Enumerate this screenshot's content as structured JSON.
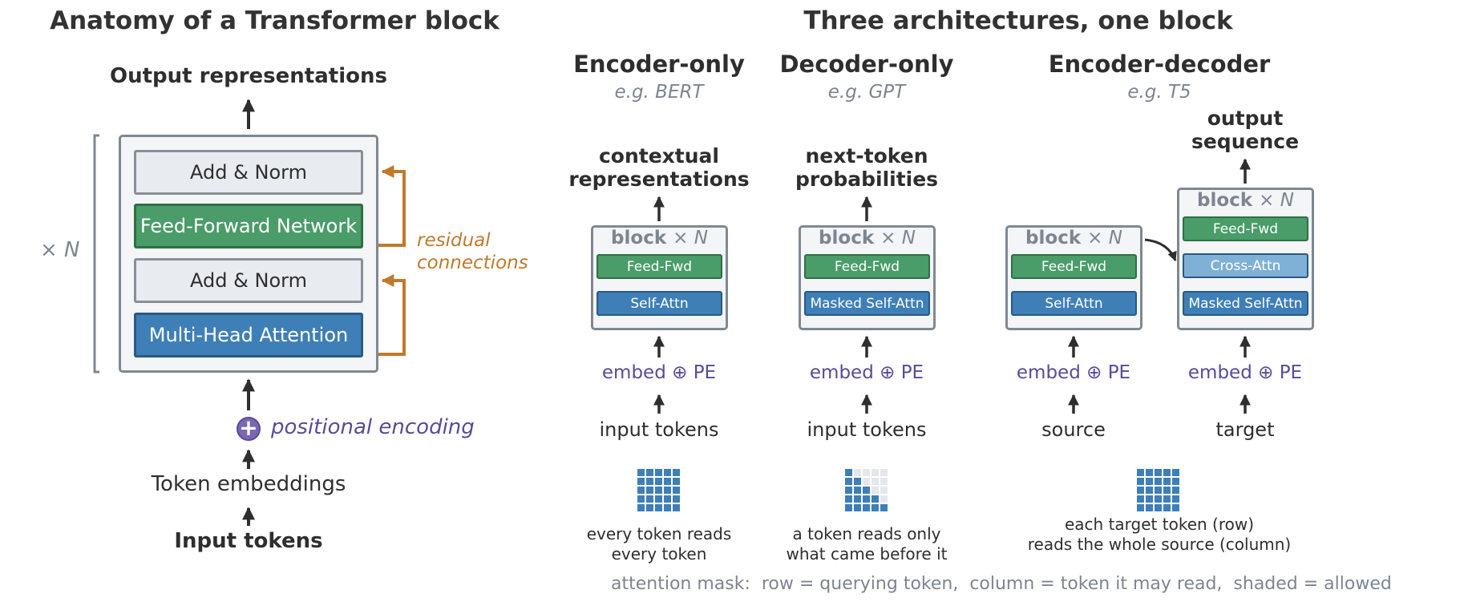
{
  "left": {
    "title": "Anatomy of a Transformer block",
    "output_label": "Output representations",
    "repeat_label": "× N",
    "layers": {
      "add_norm_top": "Add & Norm",
      "ffn": "Feed-Forward Network",
      "add_norm_bottom": "Add & Norm",
      "mha": "Multi-Head Attention"
    },
    "residual_label_line1": "residual",
    "residual_label_line2": "connections",
    "pe_symbol": "+",
    "pe_label": "positional encoding",
    "embeddings_label": "Token embeddings",
    "input_label": "Input tokens"
  },
  "right": {
    "title": "Three architectures, one block",
    "encoder_only": {
      "name": "Encoder-only",
      "example": "e.g. BERT",
      "output_line1": "contextual",
      "output_line2": "representations",
      "block_title": "block",
      "block_repeat": "× N",
      "top_layer": "Feed-Fwd",
      "bottom_layer": "Self-Attn",
      "embed_label": "embed ⊕ PE",
      "input_label": "input tokens",
      "mask_caption_line1": "every token reads",
      "mask_caption_line2": "every token"
    },
    "decoder_only": {
      "name": "Decoder-only",
      "example": "e.g. GPT",
      "output_line1": "next-token",
      "output_line2": "probabilities",
      "block_title": "block",
      "block_repeat": "× N",
      "top_layer": "Feed-Fwd",
      "bottom_layer": "Masked Self-Attn",
      "embed_label": "embed ⊕ PE",
      "input_label": "input tokens",
      "mask_caption_line1": "a token reads only",
      "mask_caption_line2": "what came before it"
    },
    "encoder_decoder": {
      "name": "Encoder-decoder",
      "example": "e.g. T5",
      "output_line1": "output",
      "output_line2": "sequence",
      "encoder_block_title": "block",
      "encoder_block_repeat": "× N",
      "encoder_top_layer": "Feed-Fwd",
      "encoder_bottom_layer": "Self-Attn",
      "decoder_block_title": "block",
      "decoder_block_repeat": "× N",
      "decoder_top_layer": "Feed-Fwd",
      "decoder_middle_layer": "Cross-Attn",
      "decoder_bottom_layer": "Masked Self-Attn",
      "source_embed_label": "embed ⊕ PE",
      "target_embed_label": "embed ⊕ PE",
      "source_label": "source",
      "target_label": "target",
      "mask_caption_line1": "each target token (row)",
      "mask_caption_line2": "reads the whole source (column)"
    },
    "legend": "attention mask:  row = querying token,  column = token it may read,  shaded = allowed"
  },
  "colors": {
    "attention_blue": "#3f7fb7",
    "ffn_green": "#4a9c69",
    "norm_gray": "#e8ebef",
    "cross_attn_lightblue": "#7fb0d6",
    "residual_orange": "#c07a2c",
    "positional_purple": "#5b4a97",
    "mask_allowed": "#3f7fb7",
    "mask_blocked": "#e4e7eb"
  },
  "masks": {
    "encoder_only": [
      [
        1,
        1,
        1,
        1,
        1
      ],
      [
        1,
        1,
        1,
        1,
        1
      ],
      [
        1,
        1,
        1,
        1,
        1
      ],
      [
        1,
        1,
        1,
        1,
        1
      ],
      [
        1,
        1,
        1,
        1,
        1
      ]
    ],
    "decoder_only": [
      [
        1,
        0,
        0,
        0,
        0
      ],
      [
        1,
        1,
        0,
        0,
        0
      ],
      [
        1,
        1,
        1,
        0,
        0
      ],
      [
        1,
        1,
        1,
        1,
        0
      ],
      [
        1,
        1,
        1,
        1,
        1
      ]
    ],
    "encoder_decoder": [
      [
        1,
        1,
        1,
        1,
        1
      ],
      [
        1,
        1,
        1,
        1,
        1
      ],
      [
        1,
        1,
        1,
        1,
        1
      ],
      [
        1,
        1,
        1,
        1,
        1
      ],
      [
        1,
        1,
        1,
        1,
        1
      ]
    ]
  }
}
